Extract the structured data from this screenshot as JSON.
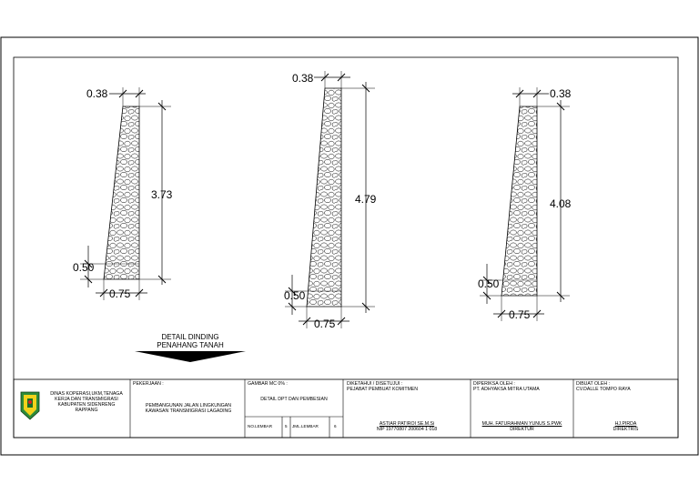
{
  "drawing": {
    "section_title_line1": "DETAIL DINDING",
    "section_title_line2": "PENAHANG TANAH",
    "walls": [
      {
        "top_width": "0.38",
        "height": "3.73",
        "footing_height": "0.50",
        "base_width": "0.75"
      },
      {
        "top_width": "0.38",
        "height": "4.79",
        "footing_height": "0.50",
        "base_width": "0.75"
      },
      {
        "top_width": "0.38",
        "height": "4.08",
        "footing_height": "0.50",
        "base_width": "0.75"
      }
    ]
  },
  "title_block": {
    "agency_line1": "DINAS KOPERASI,UKM,TENAGA",
    "agency_line2": "KERJA DAN TRANSMIGRASI",
    "agency_line3": "KABUPATEN SIDENRENG",
    "agency_line4": "RAPPANG",
    "pekerjaan_label": "PEKERJAAN :",
    "pekerjaan_line1": "PEMBANGUNAN JALAN LINGKUNGAN",
    "pekerjaan_line2": "KAWASAN TRANSMIGRASI LAGADING",
    "gambar_label": "GAMBAR MC 0% :",
    "gambar_value": "DETAIL DPT DAN PEMBESIAN",
    "no_lembar_label": "NO.LEMBAR",
    "no_lembar_value": "5",
    "jml_lembar_label": "JML.LEMBAR",
    "jml_lembar_value": "6",
    "diketahui_label": "DIKETAHUI / DISETUJUI :",
    "diketahui_role": "PEJABAT PEMBUAT KOMITMEN",
    "diketahui_name": "ASTIAR PATIROI SE.M.Si",
    "diketahui_nip": "NIP 19770807 200604 1 018",
    "diperiksa_label": "DIPERIKSA OLEH :",
    "diperiksa_company": "PT. ADHYAKSA MITRA UTAMA",
    "diperiksa_name": "MUH. FATURAHMAN YUNUS S.PWK",
    "diperiksa_title": "DIREKTUR",
    "dibuat_label": "DIBUAT OLEH :",
    "dibuat_company": "CV.DALLE TOMPO RAYA",
    "dibuat_name": "HJ.PIRDA",
    "dibuat_title": "DIREKTRIS"
  }
}
